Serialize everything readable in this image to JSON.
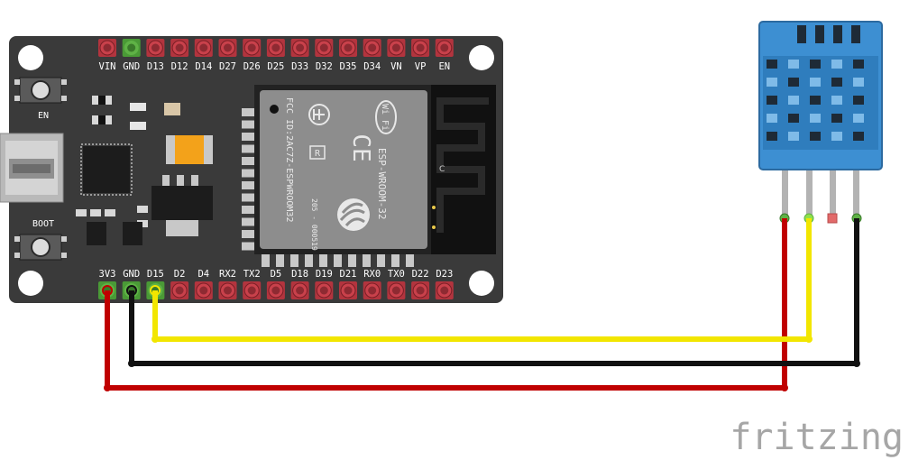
{
  "board": {
    "top_pins": [
      "VIN",
      "GND",
      "D13",
      "D12",
      "D14",
      "D27",
      "D26",
      "D25",
      "D33",
      "D32",
      "D35",
      "D34",
      "VN",
      "VP",
      "EN"
    ],
    "bottom_pins": [
      "3V3",
      "GND",
      "D15",
      "D2",
      "D4",
      "RX2",
      "TX2",
      "D5",
      "D18",
      "D19",
      "D21",
      "RX0",
      "TX0",
      "D22",
      "D23"
    ],
    "button_en": "EN",
    "button_boot": "BOOT"
  },
  "module": {
    "fcc": "FCC ID:2AC7Z-ESPWROOM32",
    "wifi": "Wi Fi",
    "ce": "CE",
    "r": "R",
    "r_code": "205 - 000519",
    "model": "ESP-WROOM-32",
    "antenna_c": "C"
  },
  "brand": "fritzing",
  "colors": {
    "board": "#3a3a3a",
    "pin_red": "#c9414b",
    "pin_green": "#5fb246",
    "wire_red": "#c00000",
    "wire_black": "#111111",
    "wire_yellow": "#f2e600",
    "sensor_blue": "#3d8fd2"
  }
}
